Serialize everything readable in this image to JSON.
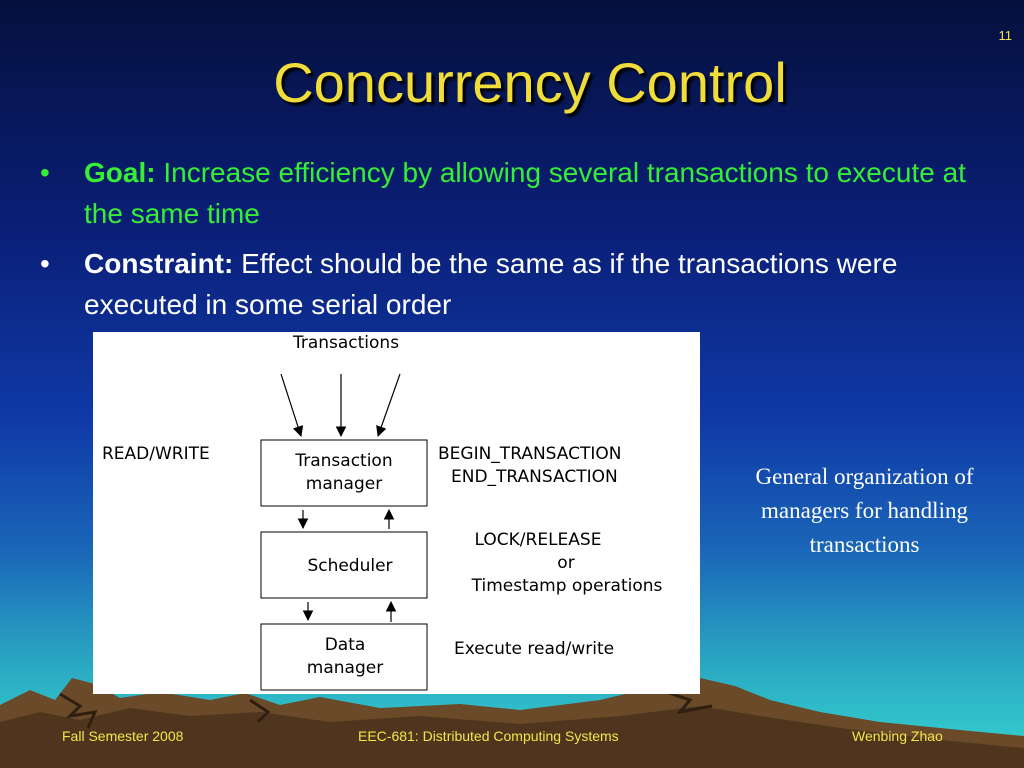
{
  "page_number": "11",
  "title": "Concurrency Control",
  "bullets": [
    {
      "bullet": "•",
      "label": "Goal:",
      "text": "Increase efficiency by allowing several transactions to execute at the same time"
    },
    {
      "bullet": "•",
      "label": "Constraint:",
      "text": "Effect should be the same as if the transactions were executed in some serial order"
    }
  ],
  "diagram": {
    "top_label": "Transactions",
    "left_label": "READ/WRITE",
    "boxes": {
      "transaction_manager": [
        "Transaction",
        "manager"
      ],
      "scheduler": "Scheduler",
      "data_manager": [
        "Data",
        "manager"
      ]
    },
    "right_labels": {
      "begin": "BEGIN_TRANSACTION",
      "end": "END_TRANSACTION",
      "lock": "LOCK/RELEASE",
      "or": "or",
      "timestamp": "Timestamp operations",
      "execute": "Execute read/write"
    }
  },
  "caption": "General organization of managers for handling transactions",
  "footer": {
    "left": "Fall Semester 2008",
    "center": "EEC-681: Distributed Computing Systems",
    "right": "Wenbing Zhao"
  },
  "colors": {
    "title": "#f0dd3a",
    "goal_text": "#35ee35",
    "footer_text": "#f2e64a",
    "background_top": "#05103d",
    "background_bottom": "#35d6d0"
  }
}
